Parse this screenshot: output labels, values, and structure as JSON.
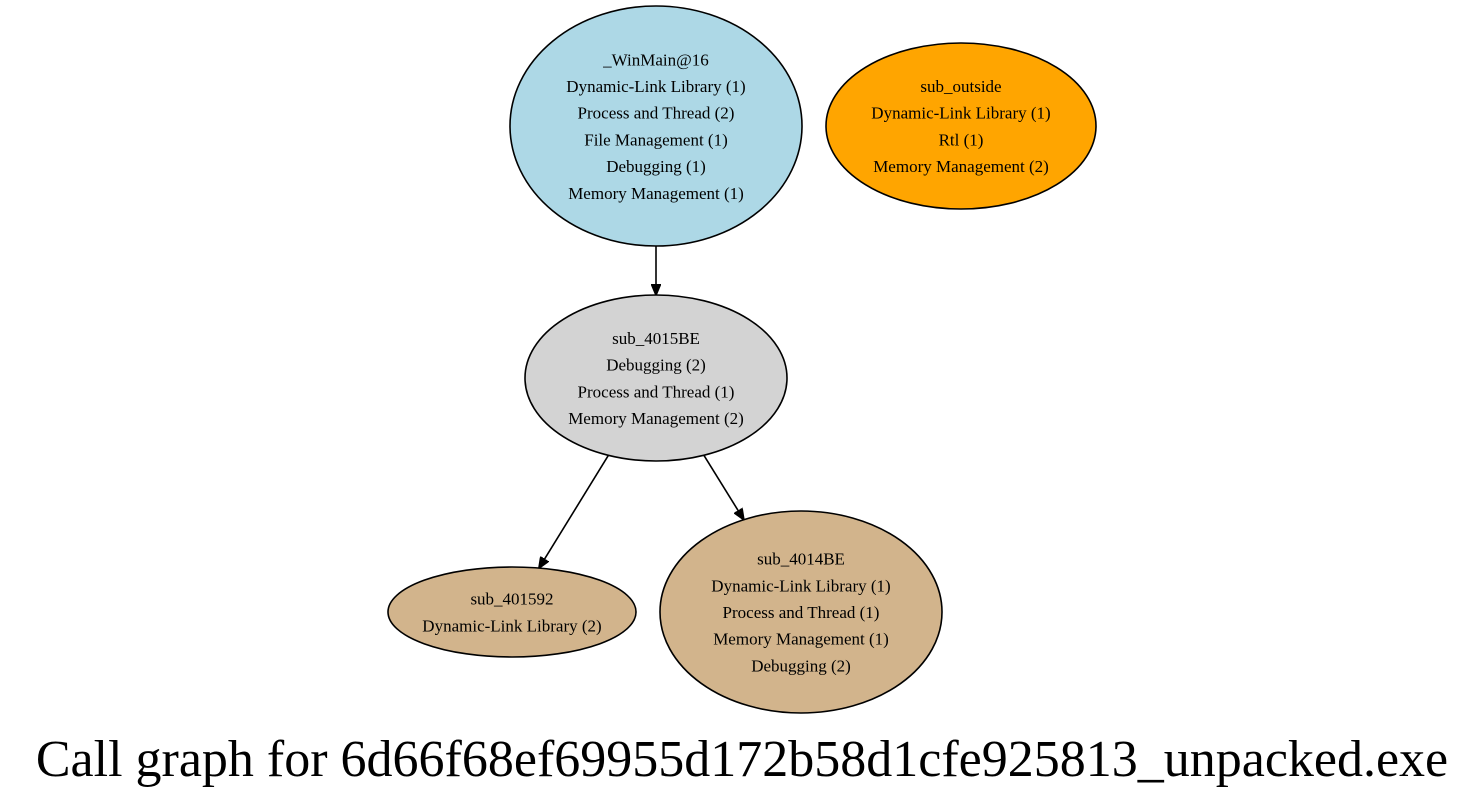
{
  "graph": {
    "caption": "Call graph for 6d66f68ef69955d172b58d1cfe925813_unpacked.exe",
    "nodes": [
      {
        "id": "winmain",
        "name": "winmain-node",
        "fill": "#add8e6",
        "lines": [
          "_WinMain@16",
          "Dynamic-Link Library (1)",
          "Process and Thread (2)",
          "File Management (1)",
          "Debugging (1)",
          "Memory Management (1)"
        ]
      },
      {
        "id": "sub_outside",
        "name": "sub-outside-node",
        "fill": "#ffa500",
        "lines": [
          "sub_outside",
          "Dynamic-Link Library (1)",
          "Rtl (1)",
          "Memory Management (2)"
        ]
      },
      {
        "id": "sub_4015BE",
        "name": "sub-4015be-node",
        "fill": "#d3d3d3",
        "lines": [
          "sub_4015BE",
          "Debugging (2)",
          "Process and Thread (1)",
          "Memory Management (2)"
        ]
      },
      {
        "id": "sub_401592",
        "name": "sub-401592-node",
        "fill": "#d2b48c",
        "lines": [
          "sub_401592",
          "Dynamic-Link Library (2)"
        ]
      },
      {
        "id": "sub_4014BE",
        "name": "sub-4014be-node",
        "fill": "#d2b48c",
        "lines": [
          "sub_4014BE",
          "Dynamic-Link Library (1)",
          "Process and Thread (1)",
          "Memory Management (1)",
          "Debugging (2)"
        ]
      }
    ],
    "edges": [
      {
        "from": "winmain",
        "to": "sub_4015BE"
      },
      {
        "from": "sub_4015BE",
        "to": "sub_401592"
      },
      {
        "from": "sub_4015BE",
        "to": "sub_4014BE"
      }
    ]
  }
}
